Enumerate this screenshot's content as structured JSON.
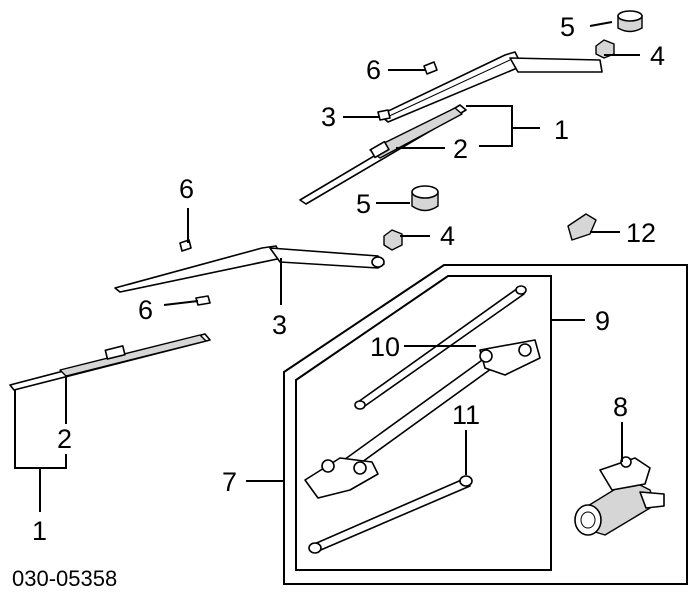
{
  "diagram_id": "030-05358",
  "callouts": {
    "c1_right": "1",
    "c2_right": "2",
    "c3_upper": "3",
    "c4_upper": "4",
    "c5_upper": "5",
    "c6_upper": "6",
    "c5_mid": "5",
    "c4_mid": "4",
    "c6_mid": "6",
    "c6_lower": "6",
    "c3_lower": "3",
    "c12": "12",
    "c9": "9",
    "c10": "10",
    "c11": "11",
    "c8": "8",
    "c7": "7",
    "c2_left": "2",
    "c1_left": "1"
  }
}
